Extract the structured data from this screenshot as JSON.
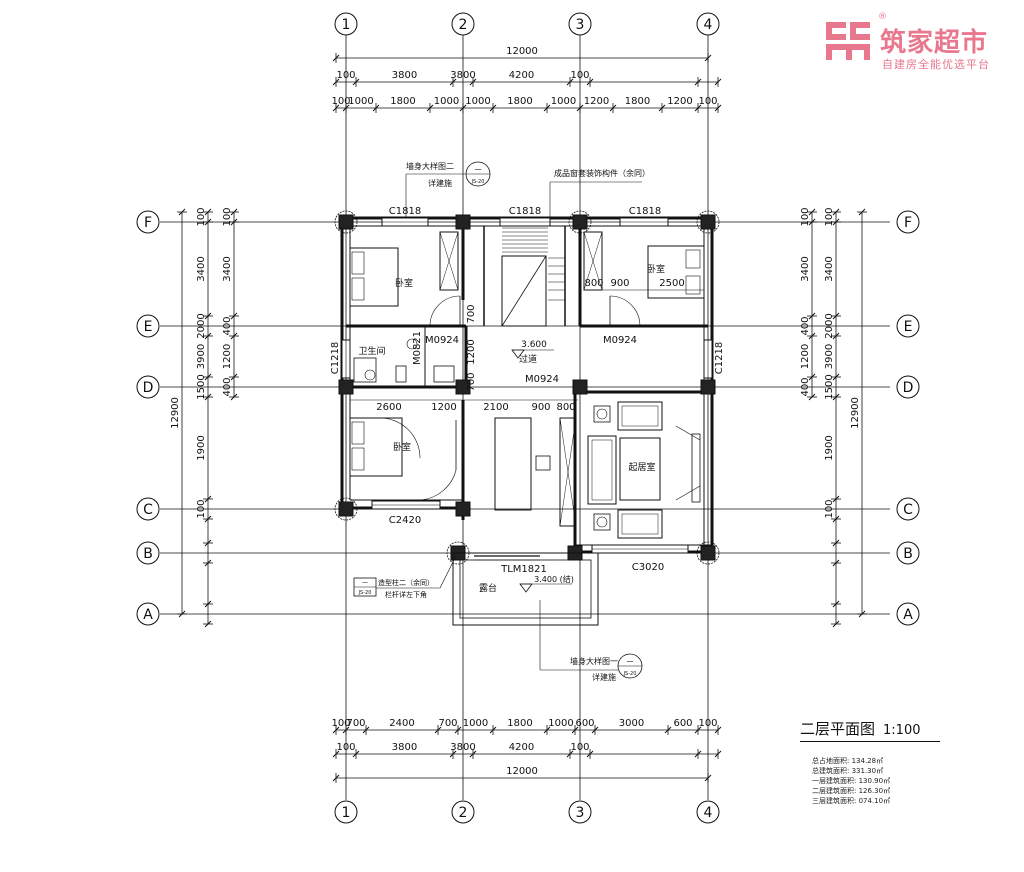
{
  "logo": {
    "name": "筑家超市",
    "subtitle": "自建房全能优选平台",
    "registered": "®",
    "color": "#e9788e"
  },
  "drawing": {
    "title": "二层平面图",
    "scale": "1:100"
  },
  "areas": [
    "总占地面积: 134.28㎡",
    "总建筑面积: 331.30㎡",
    "一层建筑面积: 130.90㎡",
    "二层建筑面积: 126.30㎡",
    "三层建筑面积: 074.10㎡"
  ],
  "grid_columns": [
    "1",
    "2",
    "3",
    "4"
  ],
  "grid_rows": [
    "F",
    "E",
    "D",
    "C",
    "B",
    "A"
  ],
  "dims_top": {
    "total": "12000",
    "mid": [
      "100",
      "3800",
      "3800",
      "4200",
      "100"
    ],
    "detail": [
      "100",
      "1000",
      "1800",
      "1000",
      "1000",
      "1800",
      "1000",
      "1200",
      "1800",
      "1200",
      "100"
    ]
  },
  "dims_bottom": {
    "total": "12000",
    "mid": [
      "100",
      "3800",
      "3800",
      "4200",
      "100"
    ],
    "detail": [
      "100",
      "700",
      "2400",
      "700",
      "1000",
      "1800",
      "1000",
      "600",
      "3000",
      "600",
      "100"
    ]
  },
  "dims_left": {
    "total": "12900",
    "mid": [
      "100",
      "3400",
      "2000",
      "3900",
      "1500",
      "1900",
      "100"
    ],
    "detail": [
      "100",
      "3400",
      "400",
      "1200",
      "400"
    ]
  },
  "dims_right": {
    "total": "12900",
    "mid": [
      "100",
      "3400",
      "2000",
      "3900",
      "1500",
      "1900",
      "100"
    ],
    "detail": [
      "100",
      "3400",
      "400",
      "1200",
      "400"
    ]
  },
  "room_labels": {
    "bedroom_nw": "卧室",
    "bedroom_ne": "卧室",
    "bedroom_sw": "卧室",
    "bathroom": "卫生间",
    "living": "起居室",
    "corridor": "过道",
    "balcony": "露台"
  },
  "openings": {
    "c1818_a": "C1818",
    "c1818_b": "C1818",
    "c1818_c": "C1818",
    "m0924_w": "M0924",
    "m0924_e": "M0924",
    "m0924_c": "M0924",
    "m0821": "M0821",
    "c1218_w": "C1218",
    "c1218_e": "C1218",
    "c2420": "C2420",
    "c3020": "C3020",
    "tlm1821": "TLM1821"
  },
  "inner_dims": {
    "d2600": "2600",
    "d1200": "1200",
    "d2100": "2100",
    "d900": "900",
    "d800": "800",
    "d800b": "800",
    "d900b": "900",
    "d2500": "2500",
    "d700": "700",
    "d1200v": "1200",
    "d700b": "700"
  },
  "levels": {
    "corridor": "3.600",
    "balcony": "3.400 (结)"
  },
  "notes": {
    "callout_top_left": [
      "墙身大样图二",
      "详建施"
    ],
    "callout_top_mid": "成品窗套装饰构件（余同）",
    "callout_bottom_right": [
      "墙身大样图一",
      "详建施"
    ],
    "callout_bottom_left": [
      "造型柱二（余同）",
      "栏杆详左下角"
    ],
    "ref_js20": "JS-20"
  }
}
